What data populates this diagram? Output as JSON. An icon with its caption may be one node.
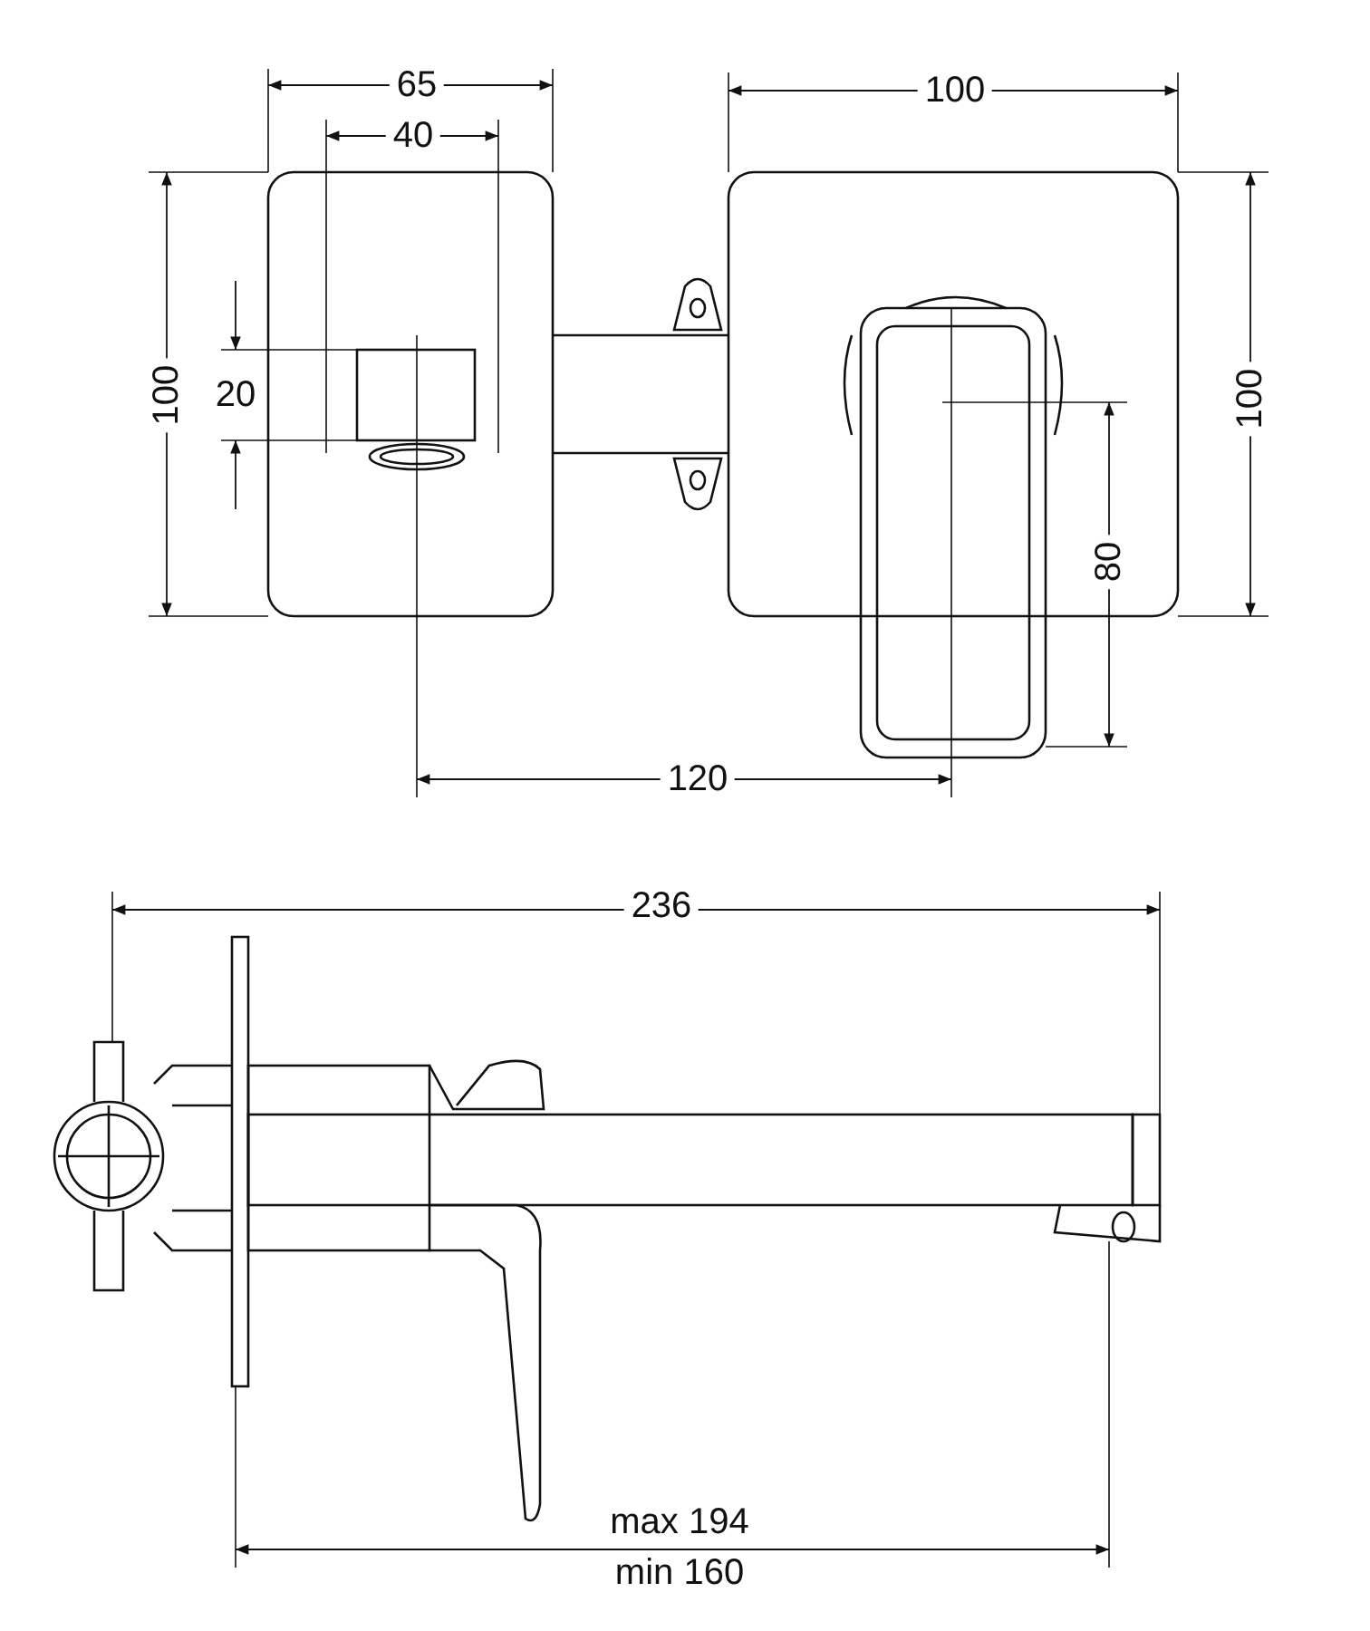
{
  "diagram": {
    "labels": [
      "65",
      "100",
      "40",
      "100",
      "20",
      "100",
      "80",
      "120",
      "236",
      "max 194",
      "min 160"
    ]
  }
}
